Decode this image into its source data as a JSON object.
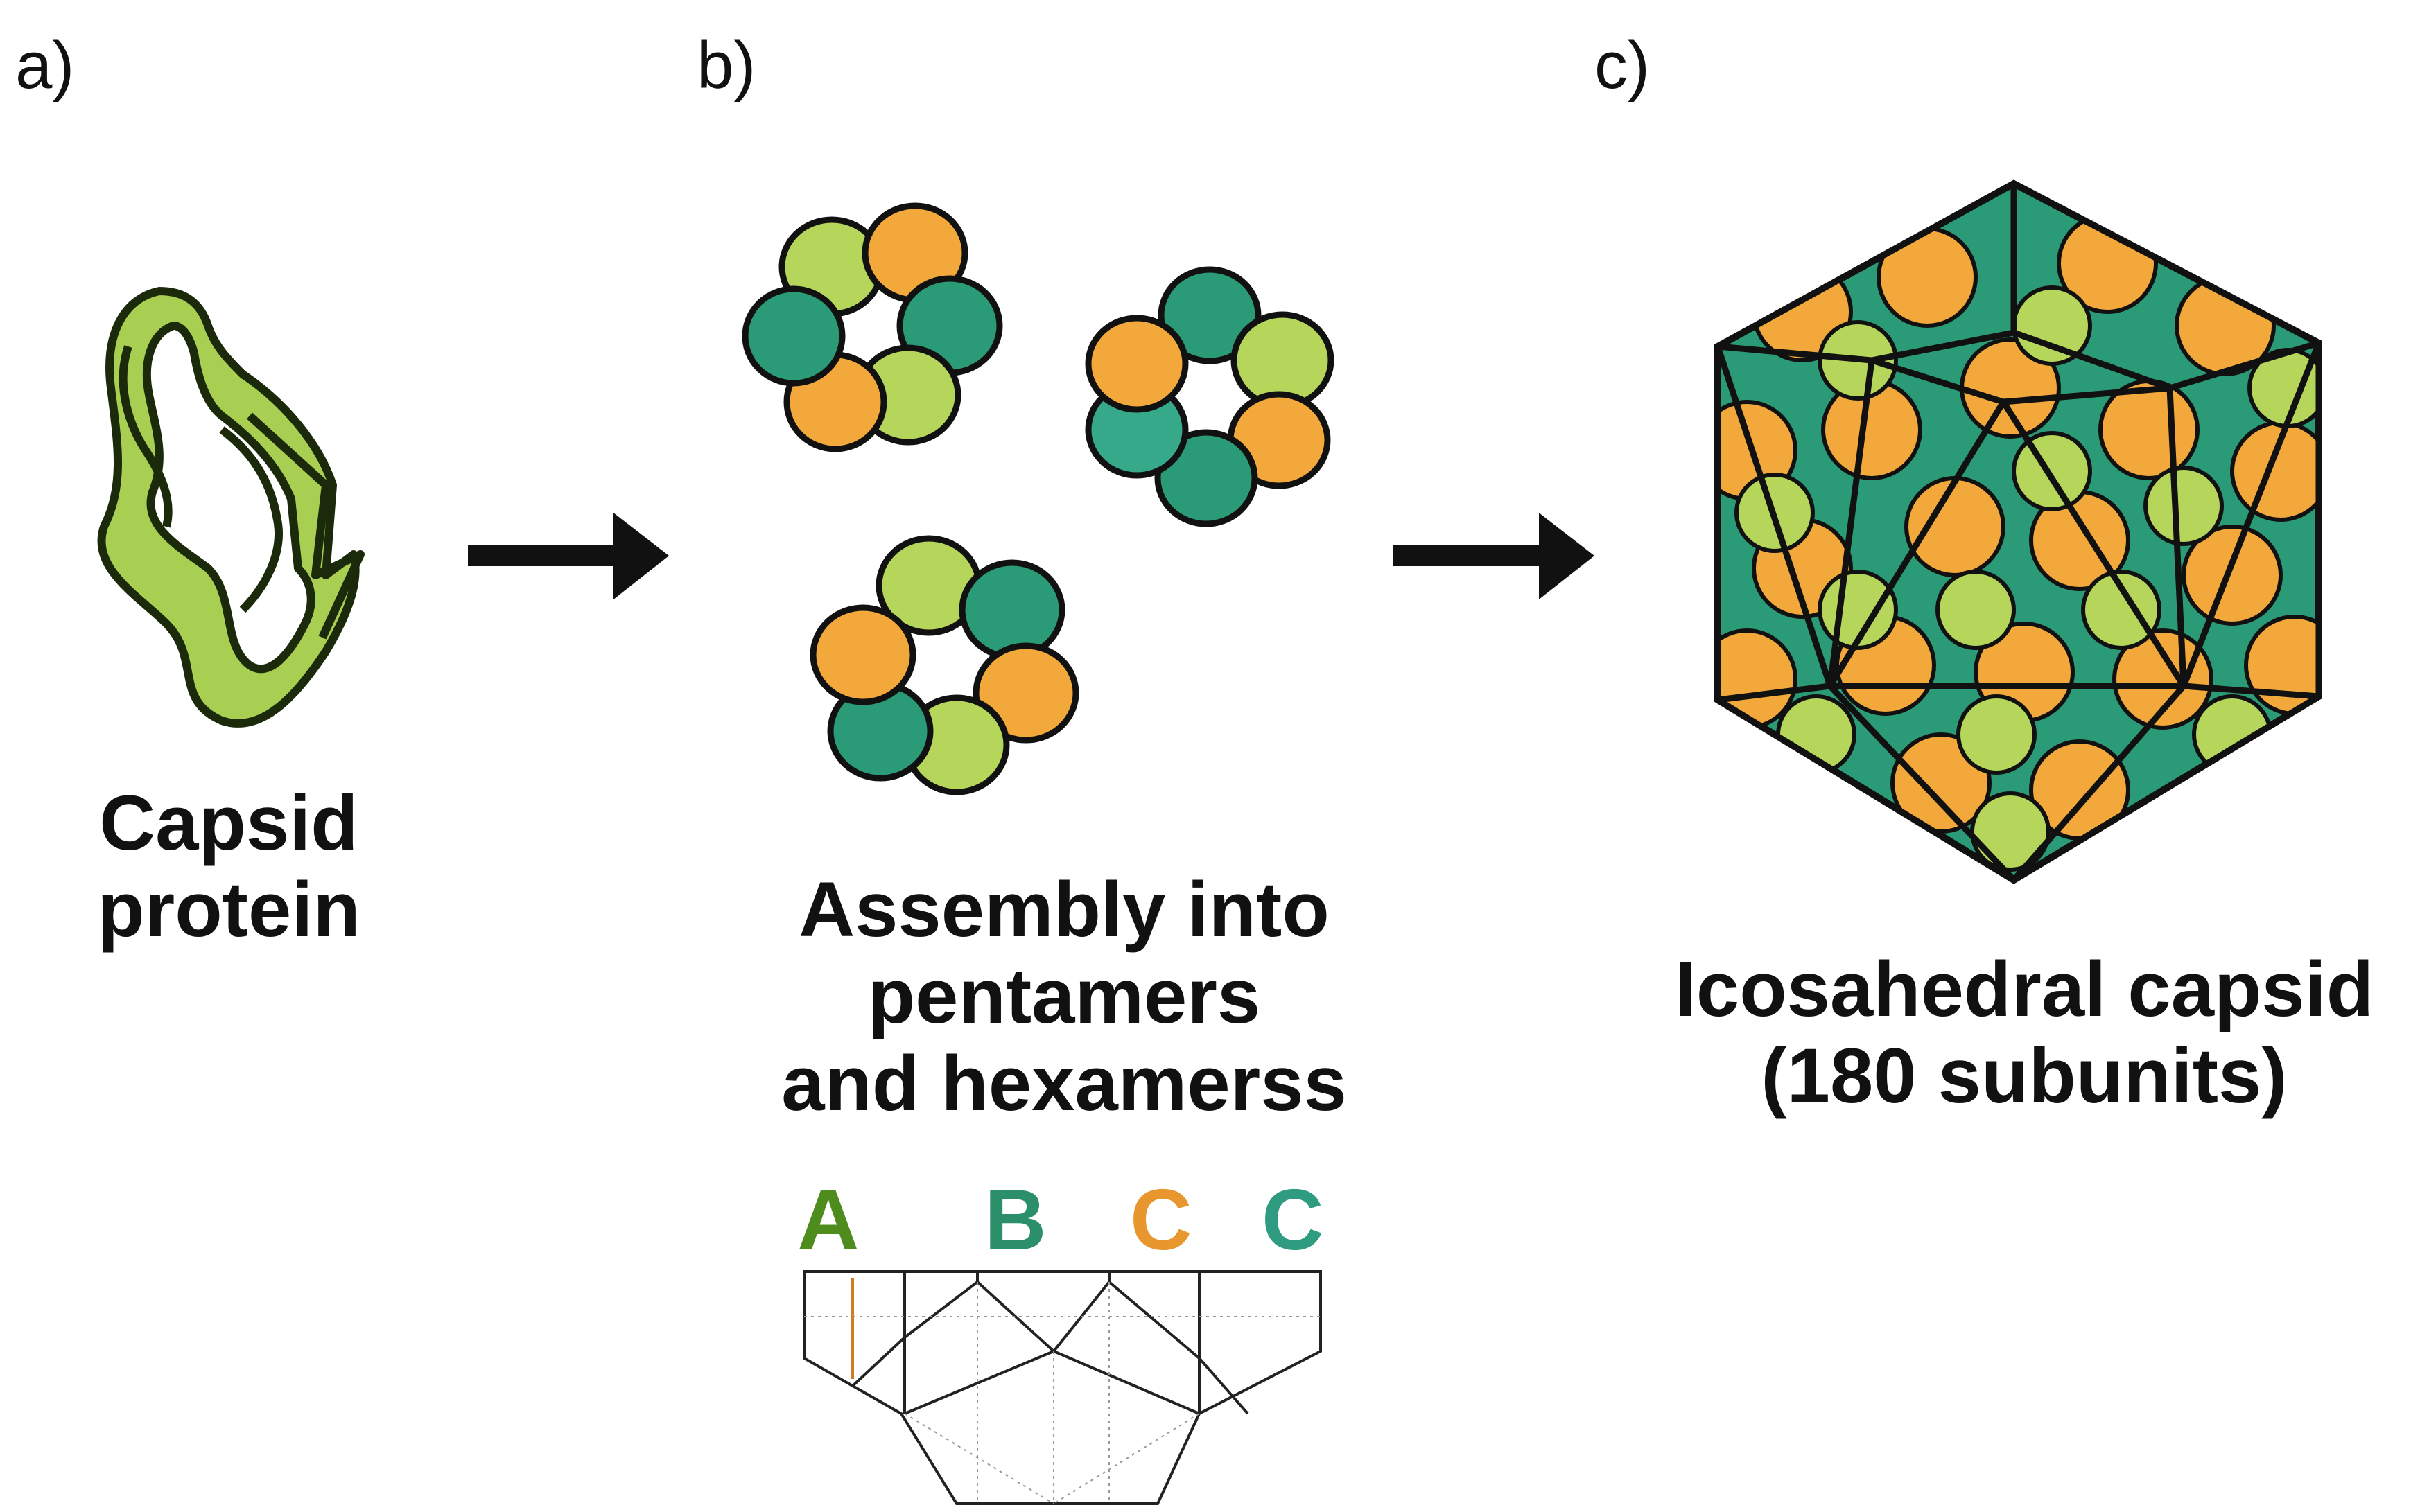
{
  "panels": {
    "a": {
      "letter": "a)",
      "caption_line1": "Capsid",
      "caption_line2": "protein"
    },
    "b": {
      "letter": "b)",
      "caption_line1": "Assembly into",
      "caption_line2": "pentamers",
      "caption_line3": "and hexamerss"
    },
    "c": {
      "letter": "c)",
      "caption_line1": "Icosahedral capsid",
      "caption_line2": "(180 subunits)"
    }
  },
  "legend": {
    "letters": [
      "A",
      "B",
      "C",
      "C"
    ]
  },
  "colors": {
    "light_green": "#b5d65a",
    "dark_green": "#2b9a76",
    "teal": "#35a98a",
    "orange": "#f2a83a",
    "legend_a": "#4e8c1e",
    "legend_b": "#2b8f6a",
    "legend_c_orange": "#e8962e",
    "legend_c_teal": "#2f9b80",
    "outline": "#111111"
  }
}
